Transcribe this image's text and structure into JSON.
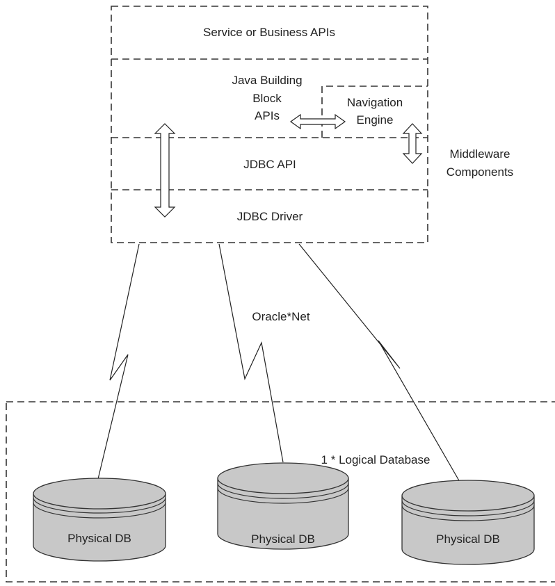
{
  "layers": {
    "service": "Service or Business APIs",
    "java_line1": "Java Building",
    "java_line2": "Block",
    "java_line3": "APIs",
    "nav_line1": "Navigation",
    "nav_line2": "Engine",
    "jdbc_api": "JDBC API",
    "jdbc_driver": "JDBC Driver"
  },
  "middleware": {
    "line1": "Middleware",
    "line2": "Components"
  },
  "network": {
    "label": "Oracle*Net"
  },
  "database": {
    "logical_label": "1 * Logical Database",
    "physical": [
      "Physical DB",
      "Physical DB",
      "Physical DB"
    ]
  }
}
